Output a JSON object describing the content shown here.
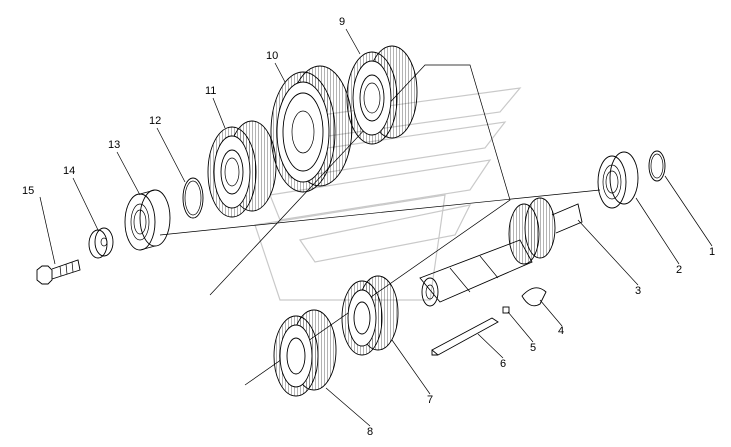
{
  "diagram": {
    "type": "exploded-parts-view",
    "callouts": [
      "1",
      "2",
      "3",
      "4",
      "5",
      "6",
      "7",
      "8",
      "9",
      "10",
      "11",
      "12",
      "13",
      "14",
      "15"
    ]
  },
  "parts": [
    {
      "number": "1",
      "icon": "snap-ring-icon"
    },
    {
      "number": "2",
      "icon": "ball-bearing-icon"
    },
    {
      "number": "3",
      "icon": "spline-shaft-icon"
    },
    {
      "number": "4",
      "icon": "woodruff-key-icon"
    },
    {
      "number": "5",
      "icon": "small-key-icon"
    },
    {
      "number": "6",
      "icon": "flat-key-icon"
    },
    {
      "number": "7",
      "icon": "gear-icon"
    },
    {
      "number": "8",
      "icon": "gear-icon"
    },
    {
      "number": "9",
      "icon": "gear-icon"
    },
    {
      "number": "10",
      "icon": "large-gear-icon"
    },
    {
      "number": "11",
      "icon": "gear-icon"
    },
    {
      "number": "12",
      "icon": "snap-ring-icon"
    },
    {
      "number": "13",
      "icon": "roller-bearing-icon"
    },
    {
      "number": "14",
      "icon": "washer-icon"
    },
    {
      "number": "15",
      "icon": "bolt-icon"
    }
  ]
}
